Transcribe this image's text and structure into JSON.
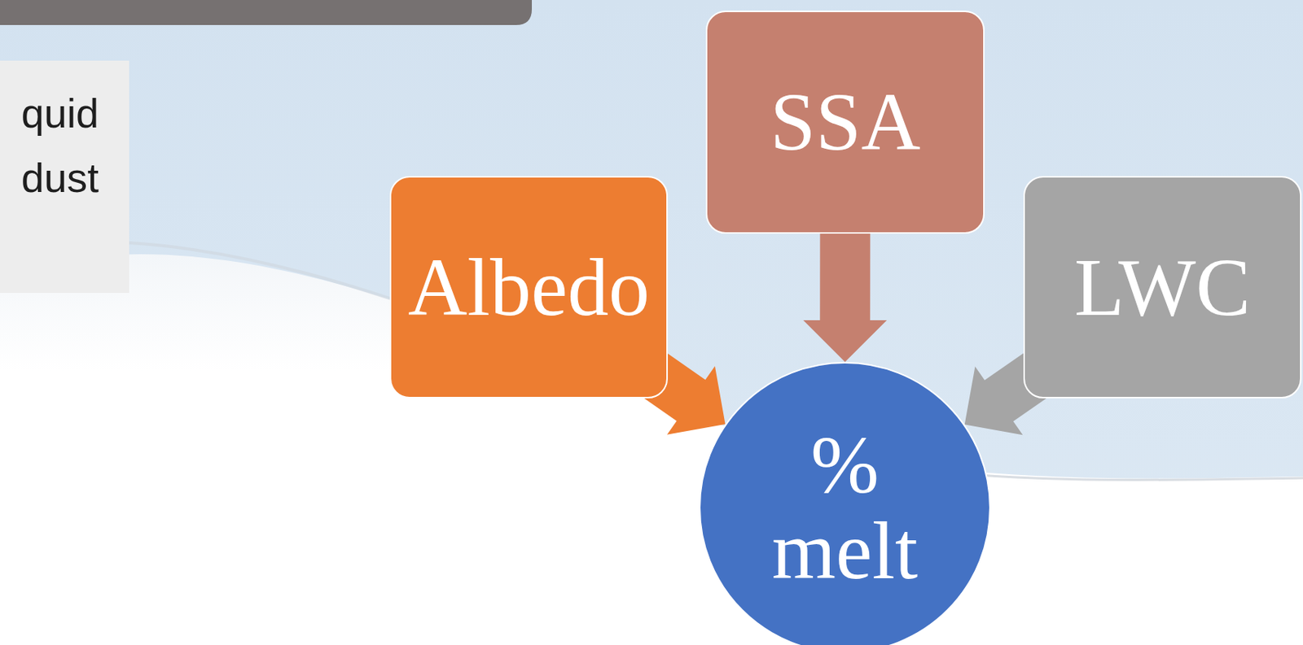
{
  "diagram": {
    "nodes": [
      {
        "text": [
          "Albedo"
        ]
      },
      {
        "text": [
          "SSA"
        ]
      },
      {
        "text": [
          "LWC"
        ]
      },
      {
        "text": [
          "% melt"
        ]
      }
    ],
    "edges": [
      {
        "from": 0,
        "to": 3,
        "arrow": "to"
      },
      {
        "from": 1,
        "to": 3,
        "arrow": "to"
      },
      {
        "from": 2,
        "to": 3,
        "arrow": "to"
      }
    ],
    "labels": [
      "quid",
      "dust"
    ]
  }
}
